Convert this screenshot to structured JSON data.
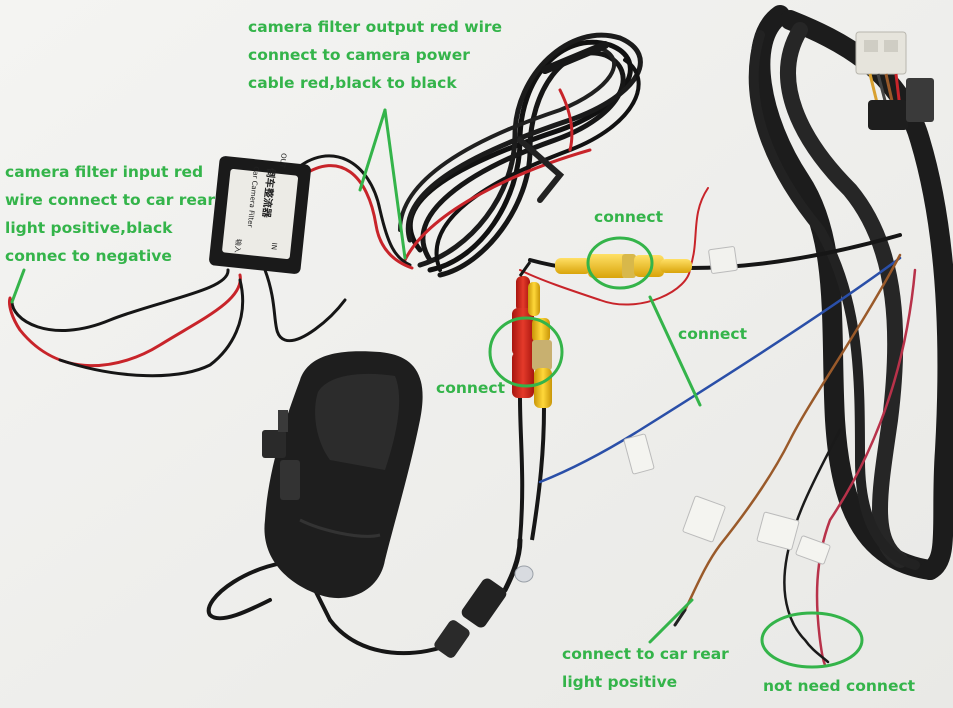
{
  "annotations": {
    "filter_output": [
      "camera filter output red wire",
      "connect to camera power",
      "cable red,black to black"
    ],
    "filter_input": [
      "camera filter input red",
      "wire connect to car rear",
      "light positive,black",
      "connec to negative"
    ],
    "connect_top": "connect",
    "connect_right": "connect",
    "connect_left": "connect",
    "rear_light": [
      "connect to car rear",
      "light positive"
    ],
    "not_need": "not need connect"
  },
  "filter_box_text": {
    "brand": "倒车整流器",
    "sub": "Car Camera Filter",
    "out": "OUT",
    "in": "IN",
    "in_cn": "输入"
  },
  "colors": {
    "annotation": "#34b44a",
    "wire_red": "#c8242a",
    "wire_black": "#161616",
    "wire_blue": "#2a4fa8",
    "wire_brown": "#9a5a2a",
    "wire_pink": "#b8324a",
    "connector_yellow": "#f2c21a",
    "connector_red": "#d42a20",
    "sleeve": "#1c1c1c"
  }
}
